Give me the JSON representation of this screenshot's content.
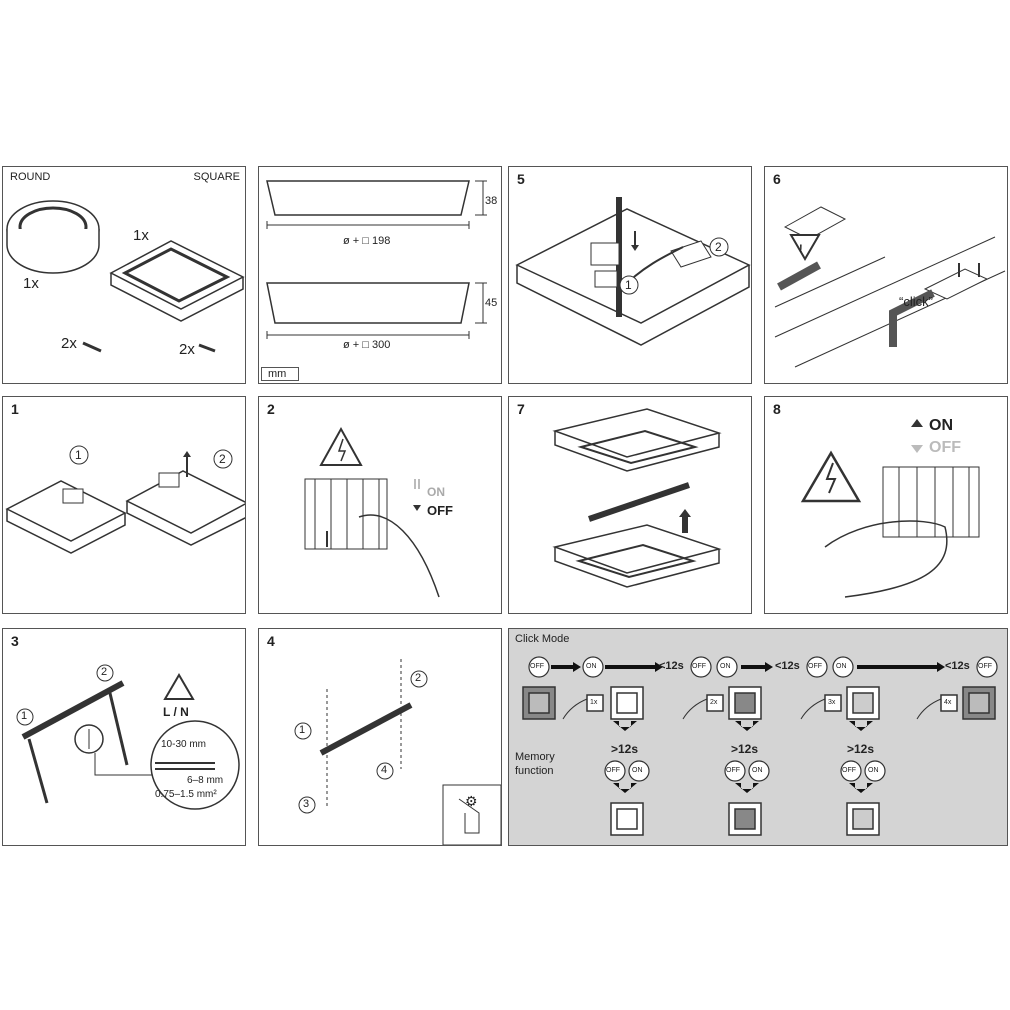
{
  "panels": {
    "contents": {
      "round": "ROUND",
      "square": "SQUARE",
      "qty_round": "1x",
      "qty_square": "1x",
      "screws_left": "2x",
      "screws_right": "2x"
    },
    "dims": {
      "h1": "38",
      "d1": "ø + □ 198",
      "h2": "45",
      "d2": "ø + □ 300",
      "unit": "mm"
    },
    "p5": {
      "num": "5",
      "c1": "1",
      "c2": "2"
    },
    "p6": {
      "num": "6",
      "click": "“click”"
    },
    "p1": {
      "num": "1",
      "c1": "1",
      "c2": "2"
    },
    "p2": {
      "num": "2",
      "on": "ON",
      "off": "OFF"
    },
    "p7": {
      "num": "7"
    },
    "p8": {
      "num": "8",
      "on": "ON",
      "off": "OFF"
    },
    "p3": {
      "num": "3",
      "c1": "1",
      "c2": "2",
      "ln": "L / N",
      "d1": "10-30 mm",
      "d2": "6–8 mm",
      "d3": "0.75–1.5 mm²"
    },
    "p4": {
      "num": "4",
      "c1": "1",
      "c2": "2",
      "c3": "3",
      "c4": "4"
    }
  },
  "click_mode": {
    "title": "Click Mode",
    "off": "OFF",
    "on": "ON",
    "lt": "<12s",
    "gt": ">12s",
    "memory": "Memory",
    "function": "function",
    "presses": [
      "1x",
      "2x",
      "3x",
      "4x"
    ]
  }
}
